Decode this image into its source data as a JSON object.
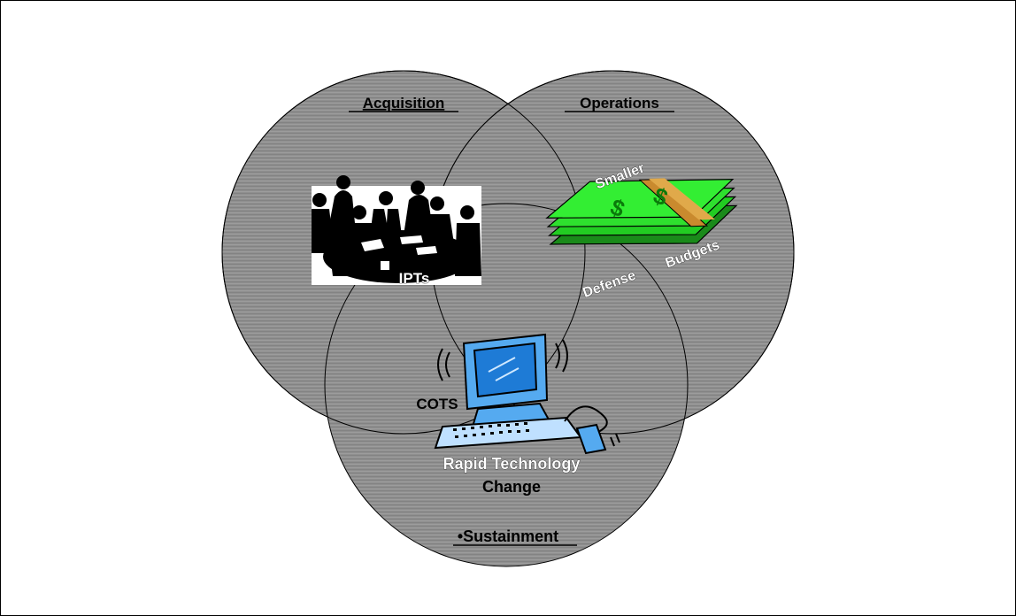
{
  "diagram": {
    "circles": [
      {
        "id": "acquisition",
        "heading": "Acquisition"
      },
      {
        "id": "operations",
        "heading": "Operations"
      },
      {
        "id": "sustainment",
        "heading": "•Sustainment"
      }
    ],
    "labels": {
      "ipts": "IPTs",
      "smaller": "Smaller",
      "defense": "Defense",
      "budgets": "Budgets",
      "cots": "COTS",
      "rapid_line1": "Rapid Technology",
      "rapid_line2": "Change"
    },
    "images": [
      {
        "name": "meeting-clipart",
        "depicts": "business people around a table"
      },
      {
        "name": "money-clipart",
        "depicts": "stack of dollar bills"
      },
      {
        "name": "computer-clipart",
        "depicts": "desktop computer with keyboard and mouse"
      }
    ],
    "colors": {
      "circle_fill": "#8f8f8f",
      "outline": "#000000",
      "money_green": "#22cc22",
      "money_band": "#c98a2e",
      "screen_blue": "#1e7bd6",
      "computer_body": "#55aaf0"
    }
  }
}
